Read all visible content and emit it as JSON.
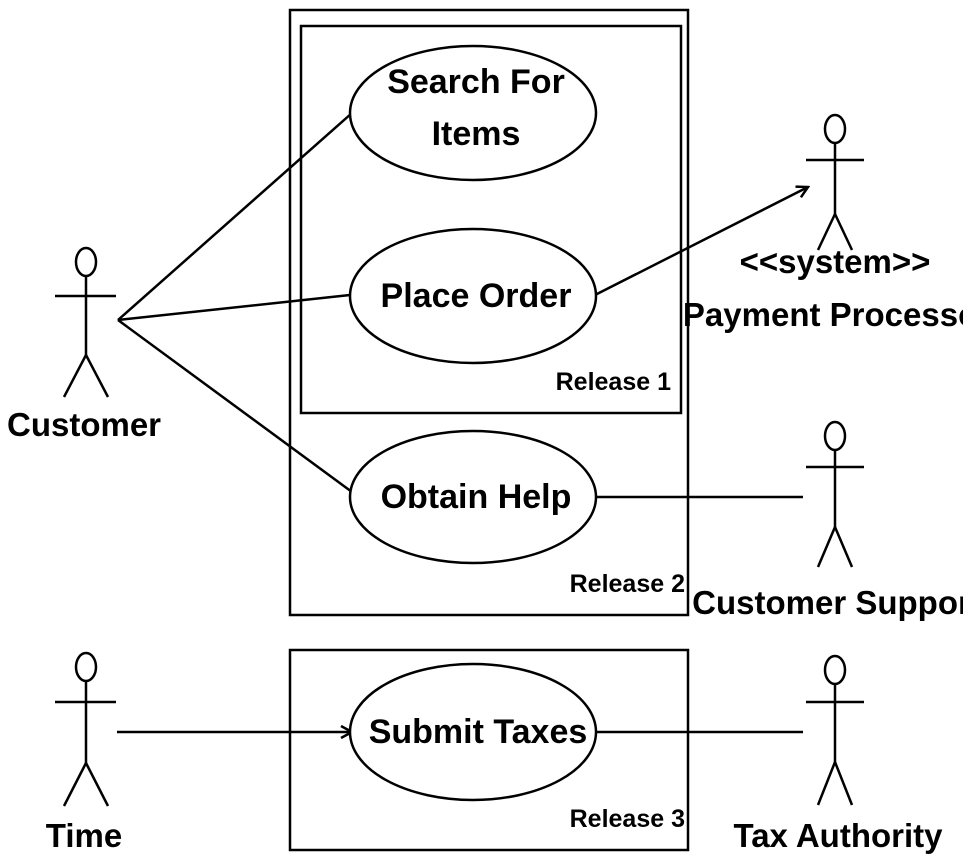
{
  "use_cases": {
    "search_items": [
      "Search For",
      "Items"
    ],
    "place_order": "Place Order",
    "obtain_help": "Obtain Help",
    "submit_taxes": "Submit Taxes"
  },
  "actors": {
    "customer": "Customer",
    "payment_processor_stereotype": "<<system>>",
    "payment_processor": "Payment Processor",
    "customer_support": "Customer Support",
    "time": "Time",
    "tax_authority": "Tax Authority"
  },
  "releases": {
    "release_1": "Release 1",
    "release_2": "Release 2",
    "release_3": "Release 3"
  },
  "colors": {
    "line": "#000000",
    "background": "#ffffff"
  }
}
